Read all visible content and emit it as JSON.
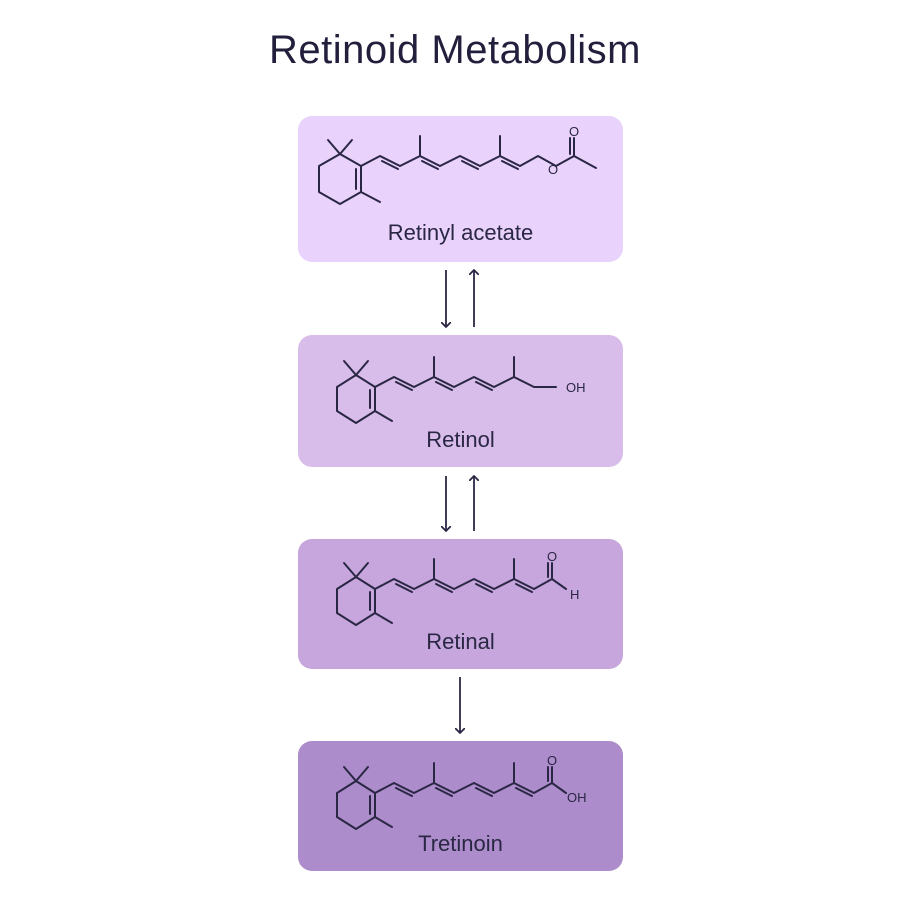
{
  "title": "Retinoid Metabolism",
  "compounds": [
    {
      "name": "Retinyl acetate",
      "end_group": "ester",
      "atoms": [
        "O",
        "O"
      ],
      "color": "#e9d2fb"
    },
    {
      "name": "Retinol",
      "end_group": "alcohol",
      "atoms": [
        "OH"
      ],
      "color": "#d8bdea"
    },
    {
      "name": "Retinal",
      "end_group": "aldehyde",
      "atoms": [
        "O",
        "H"
      ],
      "color": "#c6a6dd"
    },
    {
      "name": "Tretinoin",
      "end_group": "acid",
      "atoms": [
        "O",
        "OH"
      ],
      "color": "#ad8ccb"
    }
  ],
  "conversions": [
    {
      "from": "Retinyl acetate",
      "to": "Retinol",
      "reversible": true
    },
    {
      "from": "Retinol",
      "to": "Retinal",
      "reversible": true
    },
    {
      "from": "Retinal",
      "to": "Tretinoin",
      "reversible": false
    }
  ],
  "colors": {
    "title": "#221f3d",
    "ink": "#2a2744"
  }
}
